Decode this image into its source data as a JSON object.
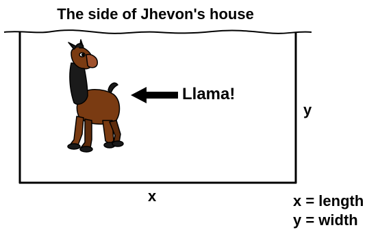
{
  "title": "The side of Jhevon's house",
  "pointer_label": "Llama!",
  "side_labels": {
    "horizontal": "x",
    "vertical": "y"
  },
  "legend": {
    "line1": "x = length",
    "line2": "y = width"
  },
  "colors": {
    "ink": "#000000",
    "llama_fur": "#7a3b12",
    "llama_dark": "#1a1a1a",
    "background": "#ffffff"
  }
}
